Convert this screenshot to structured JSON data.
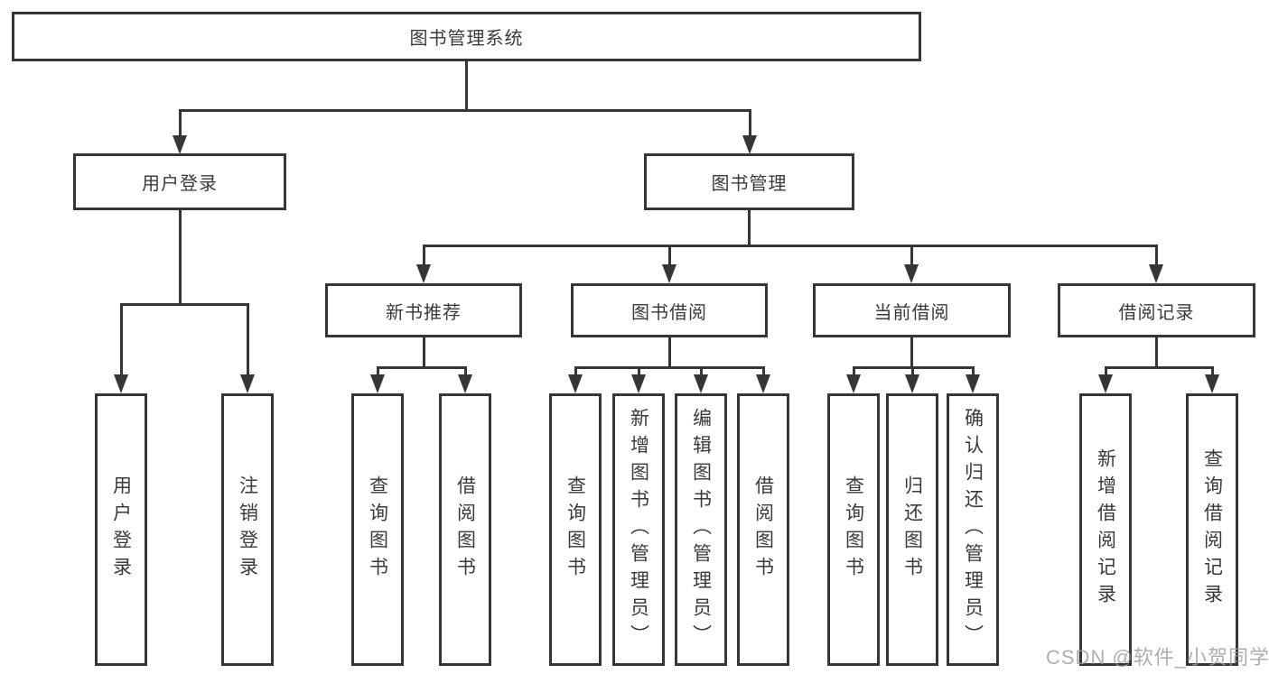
{
  "colors": {
    "line": "#363636",
    "text": "#3a3a3a",
    "watermark": "#9a9a9a"
  },
  "nodes": {
    "root": "图书管理系统",
    "user_login": "用户登录",
    "book_mgmt": "图书管理",
    "new_book_rec": "新书推荐",
    "book_borrow": "图书借阅",
    "current_borrow": "当前借阅",
    "borrow_record": "借阅记录",
    "leaves": {
      "user_login": "用户登录",
      "logout": "注销登录",
      "rec_query_book": "查询图书",
      "rec_borrow_book": "借阅图书",
      "bor_query_book": "查询图书",
      "bor_add_book": "新增图书（管理员）",
      "bor_edit_book": "编辑图书（管理员）",
      "bor_borrow_book": "借阅图书",
      "cur_query_book": "查询图书",
      "cur_return_book": "归还图书",
      "cur_confirm_return": "确认归还（管理员）",
      "rec2_add_record": "新增借阅记录",
      "rec2_query_record": "查询借阅记录"
    }
  },
  "watermark": "CSDN @软件_小贺同学"
}
